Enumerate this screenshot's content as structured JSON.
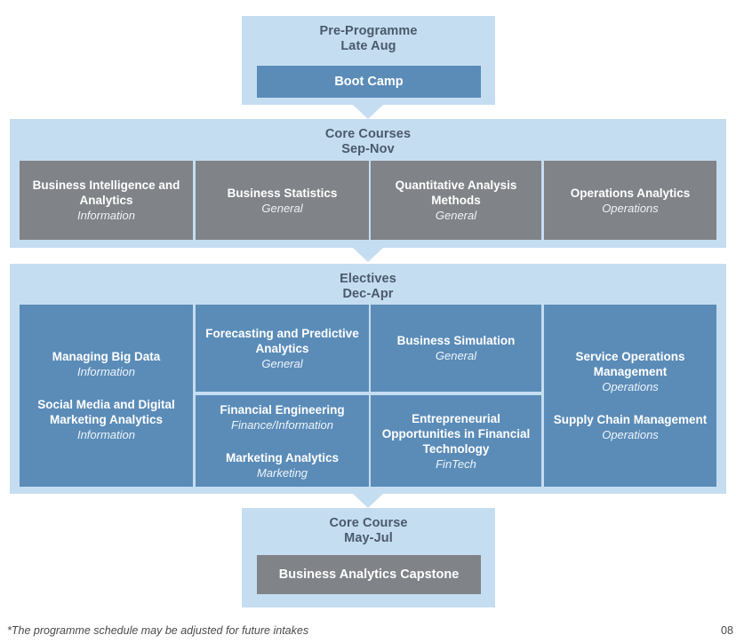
{
  "sections": [
    {
      "id": "pre-programme",
      "title": "Pre-Programme",
      "period": "Late Aug",
      "bar": {
        "label": "Boot Camp"
      }
    },
    {
      "id": "core-courses",
      "title": "Core Courses",
      "period": "Sep-Nov",
      "columns": [
        {
          "courses": [
            {
              "title": "Business Intelligence and Analytics",
              "category": "Information"
            }
          ]
        },
        {
          "courses": [
            {
              "title": "Business Statistics",
              "category": "General"
            }
          ]
        },
        {
          "courses": [
            {
              "title": "Quantitative Analysis Methods",
              "category": "General"
            }
          ]
        },
        {
          "courses": [
            {
              "title": "Operations Analytics",
              "category": "Operations"
            }
          ]
        }
      ]
    },
    {
      "id": "electives",
      "title": "Electives",
      "period": "Dec-Apr",
      "columns": [
        {
          "courses": [
            {
              "title": "Managing Big Data",
              "category": "Information"
            },
            {
              "title": "Social Media and Digital Marketing Analytics",
              "category": "Information"
            }
          ]
        },
        {
          "courses": [
            {
              "title": "Forecasting and Predictive Analytics",
              "category": "General"
            }
          ]
        },
        {
          "courses": [
            {
              "title": "Business Simulation",
              "category": "General"
            }
          ]
        },
        {
          "courses": [
            {
              "title": "Service Operations Management",
              "category": "Operations"
            },
            {
              "title": "Supply Chain Management",
              "category": "Operations"
            }
          ]
        },
        {
          "courses": [
            {
              "title": "Financial Engineering",
              "category": "Finance/Information"
            },
            {
              "title": "Marketing Analytics",
              "category": "Marketing"
            }
          ]
        },
        {
          "courses": [
            {
              "title": "Entrepreneurial Opportunities in Financial Technology",
              "category": "FinTech"
            }
          ]
        }
      ]
    },
    {
      "id": "core-course-capstone",
      "title": "Core Course",
      "period": "May-Jul",
      "bar": {
        "label": "Business Analytics Capstone"
      }
    }
  ],
  "footnote": "*The programme schedule may be adjusted for future intakes",
  "corner_note": "08",
  "colors": {
    "panel": "#c5ddf1",
    "gray_box": "#808388",
    "blue_box": "#5b8cb8",
    "header_text": "#4a5a6b",
    "box_text": "#ffffff"
  }
}
